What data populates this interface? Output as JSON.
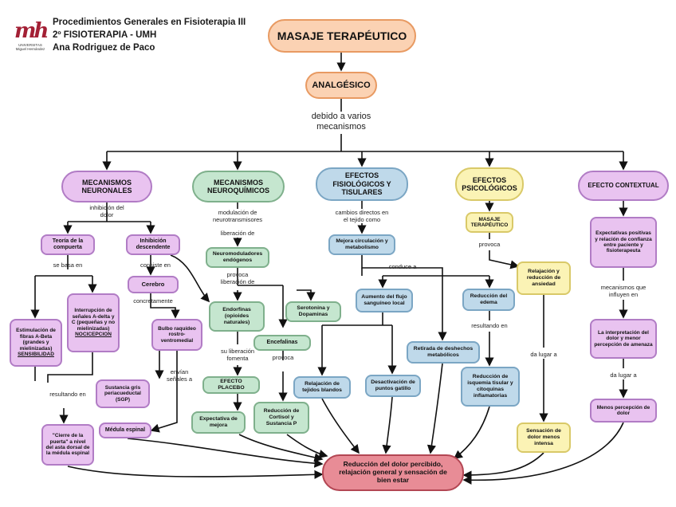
{
  "header": {
    "line1": "Procedimientos Generales en Fisioterapia III",
    "line2": "2º FISIOTERAPIA - UMH",
    "line3": "Ana Rodriguez de Paco",
    "logo_text": "UNIVERSITAS Miguel Hernández"
  },
  "colors": {
    "purple": "#e9c3f0",
    "green": "#c5e6cf",
    "blue": "#bfd9ea",
    "yellow": "#fbf3b5",
    "orange": "#fbd2b3",
    "red": "#e88c96"
  },
  "nodes": {
    "main": "MASAJE TERAPÉUTICO",
    "analgesic": "ANALGÉSICO",
    "mecanismos_neuronales": "MECANISMOS NEURONALES",
    "mecanismos_neuroquimicos": "MECANISMOS NEUROQUÍMICOS",
    "efectos_fisiologicos": "EFECTOS FISIOLÓGICOS Y TISULARES",
    "efectos_psicologicos": "EFECTOS PSICOLÓGICOS",
    "efecto_contextual": "EFECTO CONTEXTUAL",
    "teoria_compuerta": "Teoría de la compuerta",
    "inhibicion_descendente": "Inhibición descendente",
    "cerebro": "Cerebro",
    "interrupcion": "Interrupción de señales A-delta y C (pequeñas y no mielinizadas)",
    "interrupcion_sub": "NOCICEPCION",
    "estimulacion": "Estimulación de fibras A-Beta (grandes y mielinizadas)",
    "estimulacion_sub": "SENSIBILIDAD",
    "bulbo": "Bulbo raquídeo rostro-ventromedial",
    "sustancia_gris": "Sustancia gris periacueductal (SGP)",
    "medula": "Médula espinal",
    "cierre": "\"Cierre de la puerta\" a nivel del asta dorsal de la médula espinal",
    "neuromoduladores": "Neuromoduladores endógenos",
    "endorfinas": "Endorfinas (opioides naturales)",
    "serotonina": "Serotonina y Dopaminas",
    "encefalinas": "Encefalinas",
    "placebo": "EFECTO PLACEBO",
    "expectativa": "Expectativa de mejora",
    "cortisol": "Reducción de Cortisol y Sustancia P",
    "mejora_circulacion": "Mejora circulación y metabolismo",
    "aumento_flujo": "Aumento del flujo sanguíneo local",
    "reduccion_edema": "Reducción del edema",
    "retirada": "Retirada de deshechos metabólicos",
    "relajacion_tejidos": "Relajación de tejidos blandos",
    "desactivacion": "Desactivación de puntos gatillo",
    "isquemia": "Reducción de isquemia tisular y citoquinas inflamatorias",
    "masaje_small": "MASAJE TERAPÉUTICO",
    "relajacion_ansiedad": "Relajación y reducción de ansiedad",
    "sensacion_dolor": "Sensación de dolor menos intensa",
    "expectativas_confianza": "Expectativas positivas y relación de confianza entre paciente y fisioterapeuta",
    "interpretacion": "La interpretación del dolor y menor percepción de amenaza",
    "menos_percepcion": "Menos percepción de dolor",
    "final": "Reducción del dolor percibido, relajación general y sensación de bien estar"
  },
  "labels": {
    "debido": "debido a varios mecanismos",
    "inhibicion_del_dolor": "inhibición del dolor",
    "se_basa_en": "se basa en",
    "consiste_en": "consiste en",
    "concretamente": "concretamente",
    "envian_senales": "envían señales a",
    "resultando_en_left": "resultando en",
    "modulacion": "modulación de neurotransmisores",
    "liberacion_de": "liberación de",
    "provoca_liberacion": "provoca liberación de",
    "su_liberacion": "su liberación fomenta",
    "provoca_enc": "provoca",
    "cambios_directos": "cambios directos en el tejido como",
    "conduce_a": "conduce a",
    "resultando_en_mid": "resultando en",
    "provoca_psico": "provoca",
    "da_lugar_psico": "da lugar a",
    "mecanismos_influyen": "mecanismos que influyen en",
    "da_lugar_ctx": "da lugar a"
  }
}
